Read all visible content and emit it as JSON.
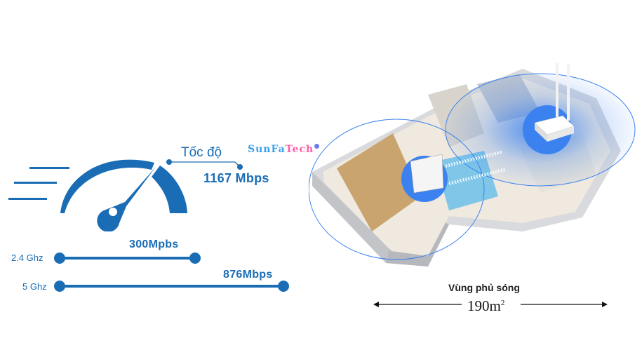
{
  "colors": {
    "accent": "#1a6db5",
    "brand_primary": "#3aa0e8",
    "brand_secondary": "#ff5fa8",
    "coverage_tint": "#3b82f0"
  },
  "speed": {
    "title": "Tốc độ",
    "value": "1167 Mbps",
    "icon": "speedometer-icon"
  },
  "brand": {
    "part1": "SunFa",
    "part2": "Tech"
  },
  "bands": [
    {
      "label": "2.4 Ghz",
      "value": "300Mpbs",
      "speed_mbps": 300
    },
    {
      "label": "5 Ghz",
      "value": "876Mbps",
      "speed_mbps": 876
    }
  ],
  "coverage": {
    "label": "Vùng phủ sóng",
    "value": "190m",
    "unit_sup": "2"
  },
  "illustration": {
    "description": "3D floor plan of apartment with WiFi router and access point showing signal coverage"
  }
}
